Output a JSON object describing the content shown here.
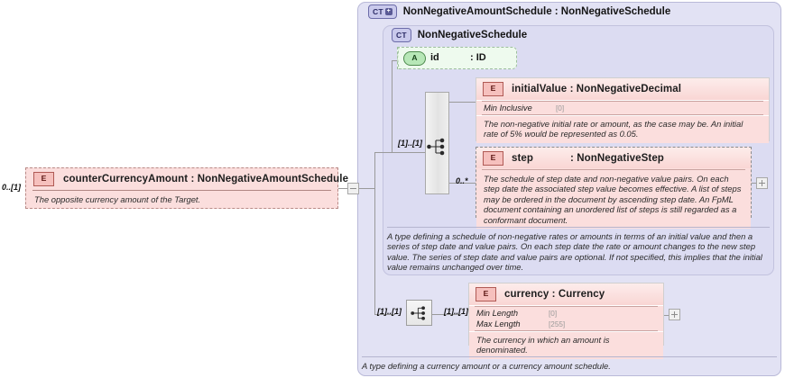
{
  "diagram": {
    "kind": "xsd-schema-diagram",
    "root_element": {
      "badge": "E",
      "multiplicity": "0..[1]",
      "title": "counterCurrencyAmount : NonNegativeAmountSchedule",
      "description": "The opposite currency amount of the Target.",
      "collapse_icon": "minus-icon"
    },
    "outer_type": {
      "badge": "CT",
      "badge_plus": "+",
      "title": "NonNegativeAmountSchedule : NonNegativeSchedule",
      "annotation": "A type defining a currency amount or a currency amount schedule."
    },
    "inner_type": {
      "badge": "CT",
      "title": "NonNegativeSchedule",
      "annotation": "A type defining a schedule of non-negative rates or amounts in terms of an initial value and then a series of step date and value pairs. On each step date the rate or amount changes to the new step value. The series of step date and value pairs are optional. If not specified, this implies that the initial value remains unchanged over time."
    },
    "attribute": {
      "badge": "A",
      "name": "id",
      "type": ": ID"
    },
    "compositors": [
      {
        "name": "sequence-bar",
        "multiplicity_in": "[1]..[1]"
      },
      {
        "name": "sequence-box",
        "multiplicity_in": "[1]..[1]",
        "multiplicity_out": "[1]..[1]"
      }
    ],
    "elements": [
      {
        "badge": "E",
        "multiplicity": "[1]..[1]",
        "title": "initialValue : NonNegativeDecimal",
        "facets": [
          {
            "label": "Min Inclusive",
            "value": "[0]"
          }
        ],
        "description": "The non-negative initial rate or amount, as the case may be. An initial rate of 5% would be represented as 0.05."
      },
      {
        "badge": "E",
        "multiplicity": "0..*",
        "title_name": "step",
        "title_type": ": NonNegativeStep",
        "facets": [],
        "description": "The schedule of step date and non-negative value pairs. On each step date the associated step value becomes effective. A list of steps may be ordered in the document by ascending step date. An FpML document containing an unordered list of steps is still regarded as a conformant document.",
        "expander": "plus-icon"
      },
      {
        "badge": "E",
        "multiplicity": "[1]..[1]",
        "title": "currency : Currency",
        "facets": [
          {
            "label": "Min Length",
            "value": "[0]"
          },
          {
            "label": "Max Length",
            "value": "[255]"
          }
        ],
        "description": "The currency in which an amount is denominated.",
        "expander": "plus-icon"
      }
    ],
    "colors": {
      "element_fill": "#fbdedd",
      "element_border": "#d79c99",
      "complextype_outer": "#e2e2f4",
      "complextype_inner": "#dcdcf2",
      "attribute_fill": "#eefaee",
      "connector": "#9a9a9a"
    }
  }
}
